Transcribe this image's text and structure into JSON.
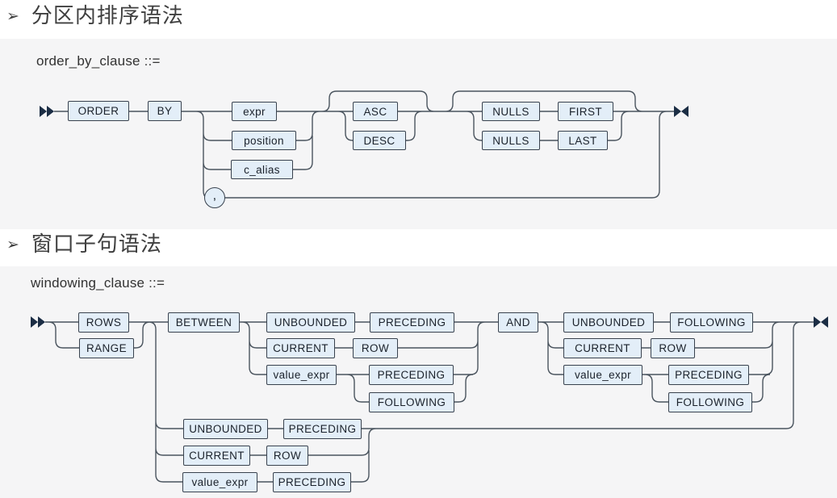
{
  "colors": {
    "panel_bg": "#f5f5f6",
    "node_fill": "#e3eef8",
    "node_border": "#39424e",
    "rail_line": "#4a545e",
    "arrow": "#1b2d44",
    "heading_text": "#3f3f3f"
  },
  "section1": {
    "bullet": "➢",
    "heading": "分区内排序语法",
    "clause": "order_by_clause ::=",
    "nodes": {
      "order": "ORDER",
      "by": "BY",
      "expr": "expr",
      "position": "position",
      "c_alias": "c_alias",
      "asc": "ASC",
      "desc": "DESC",
      "nulls1": "NULLS",
      "first": "FIRST",
      "nulls2": "NULLS",
      "last": "LAST",
      "comma": ","
    }
  },
  "section2": {
    "bullet": "➢",
    "heading": "窗口子句语法",
    "clause": "windowing_clause ::=",
    "nodes": {
      "rows": "ROWS",
      "range": "RANGE",
      "between": "BETWEEN",
      "unbounded1": "UNBOUNDED",
      "preceding1": "PRECEDING",
      "current1": "CURRENT",
      "row1": "ROW",
      "value_expr1": "value_expr",
      "preceding2": "PRECEDING",
      "following1": "FOLLOWING",
      "and": "AND",
      "unbounded2": "UNBOUNDED",
      "following2": "FOLLOWING",
      "current2": "CURRENT",
      "row2": "ROW",
      "value_expr2": "value_expr",
      "preceding3": "PRECEDING",
      "following3": "FOLLOWING",
      "unbounded3": "UNBOUNDED",
      "preceding4": "PRECEDING",
      "current3": "CURRENT",
      "row3": "ROW",
      "value_expr3": "value_expr",
      "preceding5": "PRECEDING"
    }
  }
}
